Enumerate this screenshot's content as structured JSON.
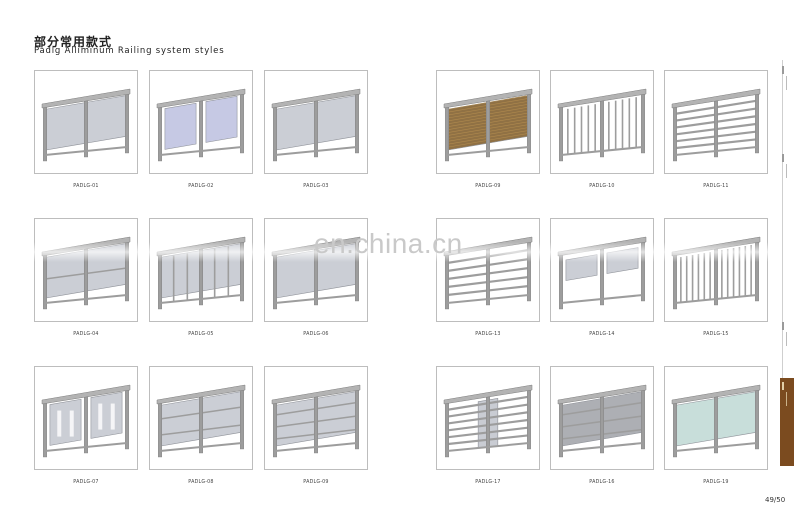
{
  "heading": {
    "title_cn": "部分常用款式",
    "title_en": "Padlg Alliminum Railing system styles"
  },
  "watermark": "en.china.cn",
  "page_number": "49/50",
  "colors": {
    "rail": "#9d9d9d",
    "rail_dark": "#7f7f7f",
    "panel_glass": "#c9ccd3",
    "panel_blue": "#c3c7e3",
    "panel_green": "#c6ddd9",
    "mesh": "#8b6a3a",
    "side_active": "#7b4b1f"
  },
  "products": [
    {
      "code": "PADLG-01",
      "style": "glass-two"
    },
    {
      "code": "PADLG-02",
      "style": "glass-framed"
    },
    {
      "code": "PADLG-03",
      "style": "glass-wide"
    },
    {
      "code": "PADLG-04",
      "style": "glass-midrail"
    },
    {
      "code": "PADLG-05",
      "style": "glass-vbars"
    },
    {
      "code": "PADLG-06",
      "style": "glass-wide"
    },
    {
      "code": "PADLG-07",
      "style": "glass-inset"
    },
    {
      "code": "PADLG-08",
      "style": "glass-hbands"
    },
    {
      "code": "PADLG-09",
      "style": "glass-hstripes"
    },
    {
      "code": "PADLG-09",
      "style": "mesh"
    },
    {
      "code": "PADLG-10",
      "style": "vbars"
    },
    {
      "code": "PADLG-11",
      "style": "hbars"
    },
    {
      "code": "PADLG-13",
      "style": "hbars-open"
    },
    {
      "code": "PADLG-14",
      "style": "glass-small"
    },
    {
      "code": "PADLG-15",
      "style": "vbars-fine"
    },
    {
      "code": "PADLG-17",
      "style": "hbars-centerpanel"
    },
    {
      "code": "PADLG-16",
      "style": "glass-dark-hbars"
    },
    {
      "code": "PADLG-19",
      "style": "glass-green"
    }
  ],
  "side_tabs": [
    {
      "label": ""
    },
    {
      "label": ""
    },
    {
      "label": ""
    },
    {
      "label": ""
    }
  ]
}
